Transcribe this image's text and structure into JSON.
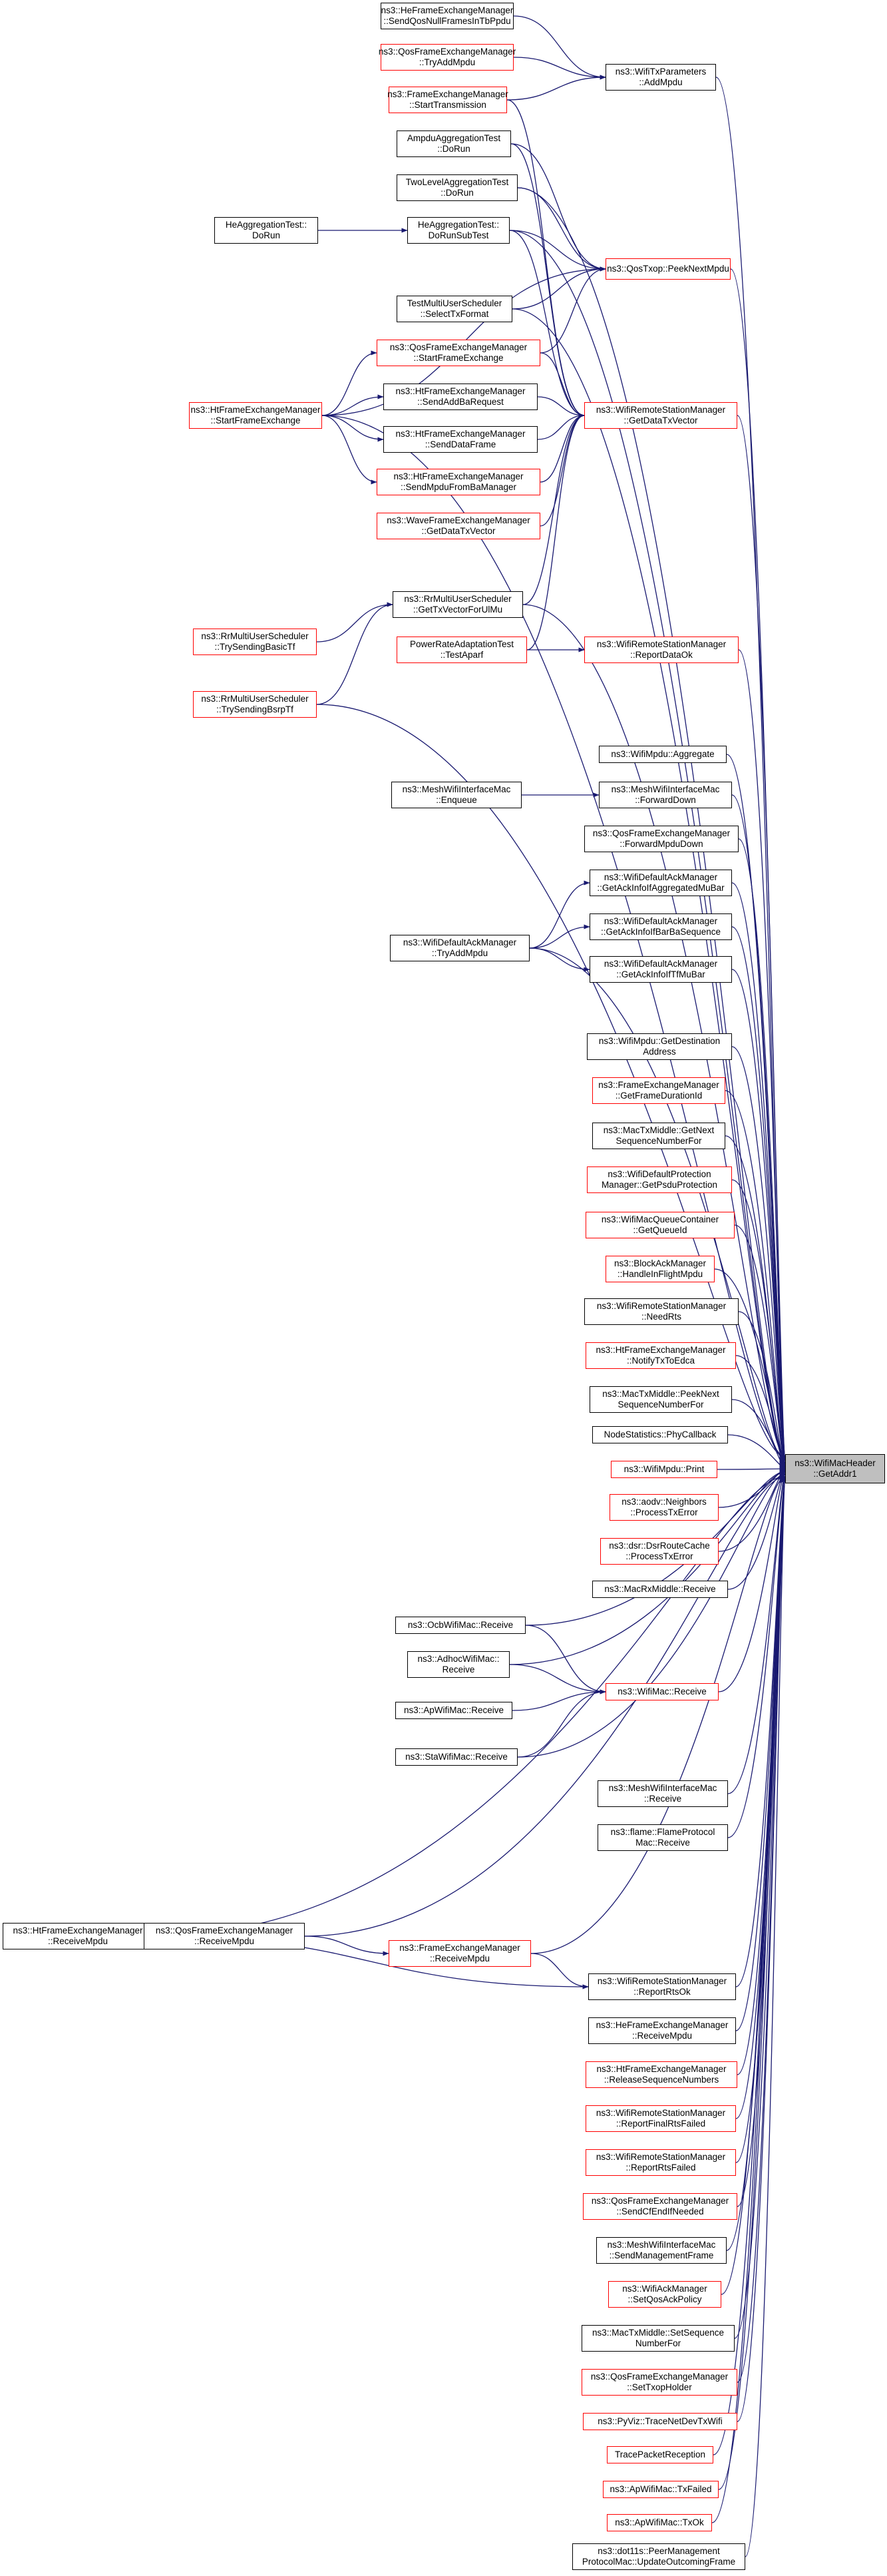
{
  "colors": {
    "edge": "#191970",
    "node_border": "#000000",
    "node_border_undocumented": "#ff0000",
    "target_fill": "#bfbfbf",
    "background": "#ffffff"
  },
  "target": {
    "id": "target",
    "lines": [
      "ns3::WifiMacHeader",
      "::GetAddr1"
    ]
  },
  "nodes": [
    {
      "id": "he_sendqos",
      "lines": [
        "ns3::HeFrameExchangeManager",
        "::SendQosNullFramesInTbPpdu"
      ],
      "border": "black"
    },
    {
      "id": "qos_tryadd",
      "lines": [
        "ns3::QosFrameExchangeManager",
        "::TryAddMpdu"
      ],
      "border": "red"
    },
    {
      "id": "wifitx_addmpdu",
      "lines": [
        "ns3::WifiTxParameters",
        "::AddMpdu"
      ],
      "border": "black"
    },
    {
      "id": "fem_starttx",
      "lines": [
        "ns3::FrameExchangeManager",
        "::StartTransmission"
      ],
      "border": "red"
    },
    {
      "id": "ampdu_dorun",
      "lines": [
        "AmpduAggregationTest",
        "::DoRun"
      ],
      "border": "black"
    },
    {
      "id": "twolevel_dorun",
      "lines": [
        "TwoLevelAggregationTest",
        "::DoRun"
      ],
      "border": "black"
    },
    {
      "id": "heagg_dorun",
      "lines": [
        "HeAggregationTest::",
        "DoRun"
      ],
      "border": "black"
    },
    {
      "id": "heagg_dorunsub",
      "lines": [
        "HeAggregationTest::",
        "DoRunSubTest"
      ],
      "border": "black"
    },
    {
      "id": "qostxop_peek",
      "lines": [
        "ns3::QosTxop::PeekNextMpdu"
      ],
      "border": "red"
    },
    {
      "id": "testmulti_select",
      "lines": [
        "TestMultiUserScheduler",
        "::SelectTxFormat"
      ],
      "border": "black"
    },
    {
      "id": "qos_startfe",
      "lines": [
        "ns3::QosFrameExchangeManager",
        "::StartFrameExchange"
      ],
      "border": "red"
    },
    {
      "id": "ht_startfe",
      "lines": [
        "ns3::HtFrameExchangeManager",
        "::StartFrameExchange"
      ],
      "border": "red"
    },
    {
      "id": "ht_sendaddba",
      "lines": [
        "ns3::HtFrameExchangeManager",
        "::SendAddBaRequest"
      ],
      "border": "black"
    },
    {
      "id": "rsm_getdatatx",
      "lines": [
        "ns3::WifiRemoteStationManager",
        "::GetDataTxVector"
      ],
      "border": "red"
    },
    {
      "id": "ht_senddata",
      "lines": [
        "ns3::HtFrameExchangeManager",
        "::SendDataFrame"
      ],
      "border": "black"
    },
    {
      "id": "ht_sendmpdu",
      "lines": [
        "ns3::HtFrameExchangeManager",
        "::SendMpduFromBaManager"
      ],
      "border": "red"
    },
    {
      "id": "wave_getdatatx",
      "lines": [
        "ns3::WaveFrameExchangeManager",
        "::GetDataTxVector"
      ],
      "border": "red"
    },
    {
      "id": "rr_gettxvec",
      "lines": [
        "ns3::RrMultiUserScheduler",
        "::GetTxVectorForUlMu"
      ],
      "border": "black"
    },
    {
      "id": "rr_basictf",
      "lines": [
        "ns3::RrMultiUserScheduler",
        "::TrySendingBasicTf"
      ],
      "border": "red"
    },
    {
      "id": "prate_testaparf",
      "lines": [
        "PowerRateAdaptationTest",
        "::TestAparf"
      ],
      "border": "red"
    },
    {
      "id": "rsm_reportdataok",
      "lines": [
        "ns3::WifiRemoteStationManager",
        "::ReportDataOk"
      ],
      "border": "red"
    },
    {
      "id": "rr_bsrptf",
      "lines": [
        "ns3::RrMultiUserScheduler",
        "::TrySendingBsrpTf"
      ],
      "border": "red"
    },
    {
      "id": "wifimpdu_agg",
      "lines": [
        "ns3::WifiMpdu::Aggregate"
      ],
      "border": "black"
    },
    {
      "id": "mesh_enqueue",
      "lines": [
        "ns3::MeshWifiInterfaceMac",
        "::Enqueue"
      ],
      "border": "black"
    },
    {
      "id": "mesh_forwarddown",
      "lines": [
        "ns3::MeshWifiInterfaceMac",
        "::ForwardDown"
      ],
      "border": "black"
    },
    {
      "id": "qos_forwardmpdu",
      "lines": [
        "ns3::QosFrameExchangeManager",
        "::ForwardMpduDown"
      ],
      "border": "black"
    },
    {
      "id": "ack_aggmubar",
      "lines": [
        "ns3::WifiDefaultAckManager",
        "::GetAckInfoIfAggregatedMuBar"
      ],
      "border": "black"
    },
    {
      "id": "ack_tryaddmpdu",
      "lines": [
        "ns3::WifiDefaultAckManager",
        "::TryAddMpdu"
      ],
      "border": "black"
    },
    {
      "id": "ack_barba",
      "lines": [
        "ns3::WifiDefaultAckManager",
        "::GetAckInfoIfBarBaSequence"
      ],
      "border": "black"
    },
    {
      "id": "ack_tfmubar",
      "lines": [
        "ns3::WifiDefaultAckManager",
        "::GetAckInfoIfTfMuBar"
      ],
      "border": "black"
    },
    {
      "id": "mpdu_getdest",
      "lines": [
        "ns3::WifiMpdu::GetDestination",
        "Address"
      ],
      "border": "black"
    },
    {
      "id": "fem_duration",
      "lines": [
        "ns3::FrameExchangeManager",
        "::GetFrameDurationId"
      ],
      "border": "red"
    },
    {
      "id": "mactx_getnext",
      "lines": [
        "ns3::MacTxMiddle::GetNext",
        "SequenceNumberFor"
      ],
      "border": "black"
    },
    {
      "id": "prot_psdu",
      "lines": [
        "ns3::WifiDefaultProtection",
        "Manager::GetPsduProtection"
      ],
      "border": "red"
    },
    {
      "id": "queue_getid",
      "lines": [
        "ns3::WifiMacQueueContainer",
        "::GetQueueId"
      ],
      "border": "red"
    },
    {
      "id": "ba_handle",
      "lines": [
        "ns3::BlockAckManager",
        "::HandleInFlightMpdu"
      ],
      "border": "red"
    },
    {
      "id": "rsm_needrts",
      "lines": [
        "ns3::WifiRemoteStationManager",
        "::NeedRts"
      ],
      "border": "black"
    },
    {
      "id": "ht_notifytx",
      "lines": [
        "ns3::HtFrameExchangeManager",
        "::NotifyTxToEdca"
      ],
      "border": "red"
    },
    {
      "id": "mactx_peek",
      "lines": [
        "ns3::MacTxMiddle::PeekNext",
        "SequenceNumberFor"
      ],
      "border": "black"
    },
    {
      "id": "nodestats_phy",
      "lines": [
        "NodeStatistics::PhyCallback"
      ],
      "border": "black"
    },
    {
      "id": "wifimpdu_print",
      "lines": [
        "ns3::WifiMpdu::Print"
      ],
      "border": "red"
    },
    {
      "id": "aodv_txerr",
      "lines": [
        "ns3::aodv::Neighbors",
        "::ProcessTxError"
      ],
      "border": "red"
    },
    {
      "id": "dsr_txerr",
      "lines": [
        "ns3::dsr::DsrRouteCache",
        "::ProcessTxError"
      ],
      "border": "red"
    },
    {
      "id": "macrx_receive",
      "lines": [
        "ns3::MacRxMiddle::Receive"
      ],
      "border": "black"
    },
    {
      "id": "ocb_receive",
      "lines": [
        "ns3::OcbWifiMac::Receive"
      ],
      "border": "black"
    },
    {
      "id": "adhoc_receive",
      "lines": [
        "ns3::AdhocWifiMac::",
        "Receive"
      ],
      "border": "black"
    },
    {
      "id": "wifimac_receive",
      "lines": [
        "ns3::WifiMac::Receive"
      ],
      "border": "red"
    },
    {
      "id": "ap_receive",
      "lines": [
        "ns3::ApWifiMac::Receive"
      ],
      "border": "black"
    },
    {
      "id": "sta_receive",
      "lines": [
        "ns3::StaWifiMac::Receive"
      ],
      "border": "black"
    },
    {
      "id": "mesh_receive",
      "lines": [
        "ns3::MeshWifiInterfaceMac",
        "::Receive"
      ],
      "border": "black"
    },
    {
      "id": "flame_receive",
      "lines": [
        "ns3::flame::FlameProtocol",
        "Mac::Receive"
      ],
      "border": "black"
    },
    {
      "id": "ht_receivempdu",
      "lines": [
        "ns3::HtFrameExchangeManager",
        "::ReceiveMpdu"
      ],
      "border": "black"
    },
    {
      "id": "qos_receivempdu",
      "lines": [
        "ns3::QosFrameExchangeManager",
        "::ReceiveMpdu"
      ],
      "border": "black"
    },
    {
      "id": "fem_receivempdu",
      "lines": [
        "ns3::FrameExchangeManager",
        "::ReceiveMpdu"
      ],
      "border": "red"
    },
    {
      "id": "rsm_reportrtsok",
      "lines": [
        "ns3::WifiRemoteStationManager",
        "::ReportRtsOk"
      ],
      "border": "black"
    },
    {
      "id": "he_receivempdu",
      "lines": [
        "ns3::HeFrameExchangeManager",
        "::ReceiveMpdu"
      ],
      "border": "black"
    },
    {
      "id": "ht_releaseseq",
      "lines": [
        "ns3::HtFrameExchangeManager",
        "::ReleaseSequenceNumbers"
      ],
      "border": "red"
    },
    {
      "id": "rsm_finalrts",
      "lines": [
        "ns3::WifiRemoteStationManager",
        "::ReportFinalRtsFailed"
      ],
      "border": "red"
    },
    {
      "id": "rsm_rtsfailed",
      "lines": [
        "ns3::WifiRemoteStationManager",
        "::ReportRtsFailed"
      ],
      "border": "red"
    },
    {
      "id": "qos_sendcfend",
      "lines": [
        "ns3::QosFrameExchangeManager",
        "::SendCfEndIfNeeded"
      ],
      "border": "red"
    },
    {
      "id": "mesh_sendmgmt",
      "lines": [
        "ns3::MeshWifiInterfaceMac",
        "::SendManagementFrame"
      ],
      "border": "black"
    },
    {
      "id": "ackmgr_setqos",
      "lines": [
        "ns3::WifiAckManager",
        "::SetQosAckPolicy"
      ],
      "border": "red"
    },
    {
      "id": "mactx_setseq",
      "lines": [
        "ns3::MacTxMiddle::SetSequence",
        "NumberFor"
      ],
      "border": "black"
    },
    {
      "id": "qos_settxop",
      "lines": [
        "ns3::QosFrameExchangeManager",
        "::SetTxopHolder"
      ],
      "border": "red"
    },
    {
      "id": "pyviz_trace",
      "lines": [
        "ns3::PyViz::TraceNetDevTxWifi"
      ],
      "border": "red"
    },
    {
      "id": "trace_packet",
      "lines": [
        "TracePacketReception"
      ],
      "border": "red"
    },
    {
      "id": "ap_txfailed",
      "lines": [
        "ns3::ApWifiMac::TxFailed"
      ],
      "border": "red"
    },
    {
      "id": "ap_txok",
      "lines": [
        "ns3::ApWifiMac::TxOk"
      ],
      "border": "red"
    },
    {
      "id": "peer_update",
      "lines": [
        "ns3::dot11s::PeerManagement",
        "ProtocolMac::UpdateOutcomingFrame"
      ],
      "border": "black"
    }
  ],
  "edges": [
    [
      "he_sendqos",
      "wifitx_addmpdu"
    ],
    [
      "qos_tryadd",
      "wifitx_addmpdu"
    ],
    [
      "fem_starttx",
      "wifitx_addmpdu"
    ],
    [
      "wifitx_addmpdu",
      "target"
    ],
    [
      "ampdu_dorun",
      "qostxop_peek"
    ],
    [
      "ampdu_dorun",
      "rsm_getdatatx"
    ],
    [
      "twolevel_dorun",
      "qostxop_peek"
    ],
    [
      "twolevel_dorun",
      "target"
    ],
    [
      "heagg_dorun",
      "heagg_dorunsub"
    ],
    [
      "heagg_dorunsub",
      "qostxop_peek"
    ],
    [
      "heagg_dorunsub",
      "rsm_getdatatx"
    ],
    [
      "heagg_dorunsub",
      "target"
    ],
    [
      "fem_starttx",
      "rsm_getdatatx"
    ],
    [
      "qostxop_peek",
      "target"
    ],
    [
      "testmulti_select",
      "qostxop_peek"
    ],
    [
      "testmulti_select",
      "target"
    ],
    [
      "qos_startfe",
      "qostxop_peek"
    ],
    [
      "qos_startfe",
      "rsm_getdatatx"
    ],
    [
      "ht_startfe",
      "qostxop_peek"
    ],
    [
      "ht_startfe",
      "qos_startfe"
    ],
    [
      "ht_startfe",
      "ht_sendaddba"
    ],
    [
      "ht_startfe",
      "ht_senddata"
    ],
    [
      "ht_startfe",
      "ht_sendmpdu"
    ],
    [
      "ht_startfe",
      "target"
    ],
    [
      "ht_sendaddba",
      "rsm_getdatatx"
    ],
    [
      "ht_senddata",
      "rsm_getdatatx"
    ],
    [
      "ht_sendmpdu",
      "rsm_getdatatx"
    ],
    [
      "wave_getdatatx",
      "rsm_getdatatx"
    ],
    [
      "rsm_getdatatx",
      "target"
    ],
    [
      "rr_gettxvec",
      "rsm_getdatatx"
    ],
    [
      "rr_gettxvec",
      "target"
    ],
    [
      "rr_basictf",
      "rr_gettxvec"
    ],
    [
      "rr_bsrptf",
      "rr_gettxvec"
    ],
    [
      "rr_bsrptf",
      "target"
    ],
    [
      "prate_testaparf",
      "rsm_getdatatx"
    ],
    [
      "prate_testaparf",
      "rsm_reportdataok"
    ],
    [
      "rsm_reportdataok",
      "target"
    ],
    [
      "wifimpdu_agg",
      "target"
    ],
    [
      "mesh_enqueue",
      "mesh_forwarddown"
    ],
    [
      "mesh_forwarddown",
      "target"
    ],
    [
      "qos_forwardmpdu",
      "target"
    ],
    [
      "ack_tryaddmpdu",
      "ack_aggmubar"
    ],
    [
      "ack_tryaddmpdu",
      "ack_barba"
    ],
    [
      "ack_tryaddmpdu",
      "ack_tfmubar"
    ],
    [
      "ack_tryaddmpdu",
      "target"
    ],
    [
      "ack_aggmubar",
      "target"
    ],
    [
      "ack_barba",
      "target"
    ],
    [
      "ack_tfmubar",
      "target"
    ],
    [
      "mpdu_getdest",
      "target"
    ],
    [
      "fem_duration",
      "target"
    ],
    [
      "mactx_getnext",
      "target"
    ],
    [
      "prot_psdu",
      "target"
    ],
    [
      "queue_getid",
      "target"
    ],
    [
      "ba_handle",
      "target"
    ],
    [
      "rsm_needrts",
      "target"
    ],
    [
      "ht_notifytx",
      "target"
    ],
    [
      "mactx_peek",
      "target"
    ],
    [
      "nodestats_phy",
      "target"
    ],
    [
      "wifimpdu_print",
      "target"
    ],
    [
      "aodv_txerr",
      "target"
    ],
    [
      "dsr_txerr",
      "target"
    ],
    [
      "macrx_receive",
      "target"
    ],
    [
      "ocb_receive",
      "wifimac_receive"
    ],
    [
      "ocb_receive",
      "target"
    ],
    [
      "adhoc_receive",
      "wifimac_receive"
    ],
    [
      "adhoc_receive",
      "target"
    ],
    [
      "ap_receive",
      "wifimac_receive"
    ],
    [
      "sta_receive",
      "wifimac_receive"
    ],
    [
      "sta_receive",
      "target"
    ],
    [
      "wifimac_receive",
      "target"
    ],
    [
      "mesh_receive",
      "target"
    ],
    [
      "flame_receive",
      "target"
    ],
    [
      "ht_receivempdu",
      "qos_receivempdu"
    ],
    [
      "ht_receivempdu",
      "rsm_reportrtsok"
    ],
    [
      "ht_receivempdu",
      "target"
    ],
    [
      "qos_receivempdu",
      "fem_receivempdu"
    ],
    [
      "qos_receivempdu",
      "target"
    ],
    [
      "fem_receivempdu",
      "rsm_reportrtsok"
    ],
    [
      "fem_receivempdu",
      "target"
    ],
    [
      "rsm_reportrtsok",
      "target"
    ],
    [
      "he_receivempdu",
      "target"
    ],
    [
      "ht_releaseseq",
      "target"
    ],
    [
      "rsm_finalrts",
      "target"
    ],
    [
      "rsm_rtsfailed",
      "target"
    ],
    [
      "qos_sendcfend",
      "target"
    ],
    [
      "mesh_sendmgmt",
      "target"
    ],
    [
      "ackmgr_setqos",
      "target"
    ],
    [
      "mactx_setseq",
      "target"
    ],
    [
      "qos_settxop",
      "target"
    ],
    [
      "pyviz_trace",
      "target"
    ],
    [
      "trace_packet",
      "target"
    ],
    [
      "ap_txfailed",
      "target"
    ],
    [
      "ap_txok",
      "target"
    ],
    [
      "peer_update",
      "target"
    ]
  ]
}
